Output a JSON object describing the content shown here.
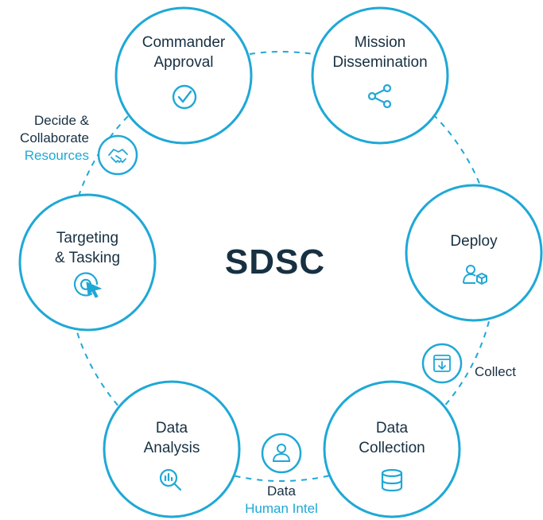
{
  "center": {
    "title": "SDSC"
  },
  "nodes": {
    "commander": {
      "line1": "Commander",
      "line2": "Approval",
      "icon": "check-circle-icon"
    },
    "mission": {
      "line1": "Mission",
      "line2": "Dissemination",
      "icon": "share-icon"
    },
    "deploy": {
      "line1": "Deploy",
      "icon": "user-box-icon"
    },
    "collection": {
      "line1": "Data",
      "line2": "Collection",
      "icon": "database-icon"
    },
    "analysis": {
      "line1": "Data",
      "line2": "Analysis",
      "icon": "chart-search-icon"
    },
    "targeting": {
      "line1": "Targeting",
      "line2": "& Tasking",
      "icon": "target-cursor-icon"
    }
  },
  "connectors": {
    "decide": {
      "line1": "Decide &",
      "line2": "Collaborate",
      "line3": "Resources",
      "icon": "handshake-icon"
    },
    "collect": {
      "line1": "Collect",
      "icon": "download-box-icon"
    },
    "data": {
      "line1": "Data",
      "line2": "Human Intel",
      "icon": "person-icon"
    }
  },
  "colors": {
    "accent": "#1fa8d6",
    "text": "#173042",
    "background": "#ffffff"
  }
}
